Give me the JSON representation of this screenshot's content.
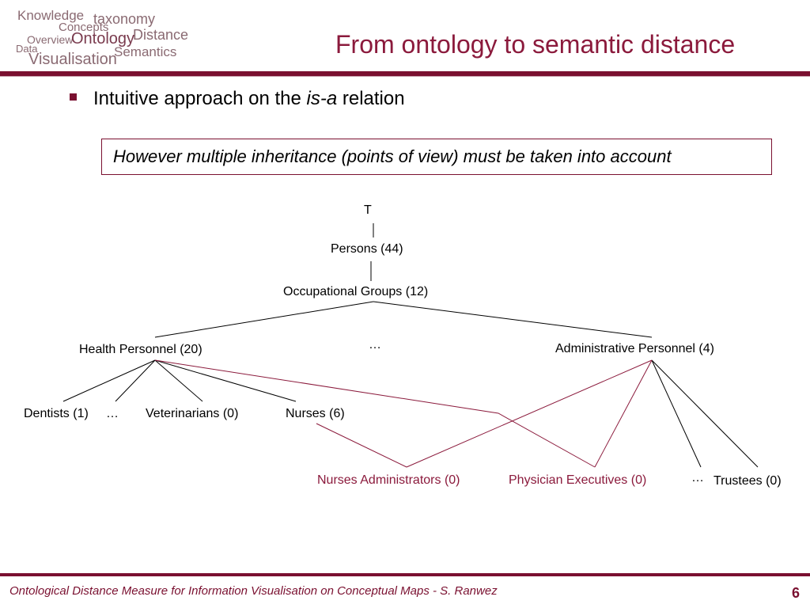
{
  "logo": {
    "words": [
      "Knowledge",
      "Concepts",
      "taxonomy",
      "Overview",
      "Ontology",
      "Distance",
      "Data",
      "Semantics",
      "Visualisation"
    ]
  },
  "slide": {
    "title": "From ontology to semantic distance",
    "bullet": {
      "pre": "Intuitive approach on the ",
      "em": "is-a",
      "post": " relation"
    },
    "callout": "However multiple inheritance (points of view) must be taken into account"
  },
  "tree": {
    "top": "T",
    "persons": "Persons (44)",
    "occupational": "Occupational Groups (12)",
    "ellipsis_mid": "…",
    "health": "Health Personnel (20)",
    "admin": "Administrative Personnel (4)",
    "dentists": "Dentists (1)",
    "ellipsis_left": "…",
    "veterinarians": "Veterinarians (0)",
    "nurses": "Nurses (6)",
    "nurses_admin": "Nurses Administrators (0)",
    "physician_exec": "Physician Executives (0)",
    "ellipsis_right": "…",
    "trustees": "Trustees (0)"
  },
  "colors": {
    "accent": "#8b1a3c",
    "rule": "#7a1030"
  },
  "footer": {
    "text": "Ontological Distance Measure for Information Visualisation on Conceptual Maps - S. Ranwez",
    "page": "6"
  }
}
